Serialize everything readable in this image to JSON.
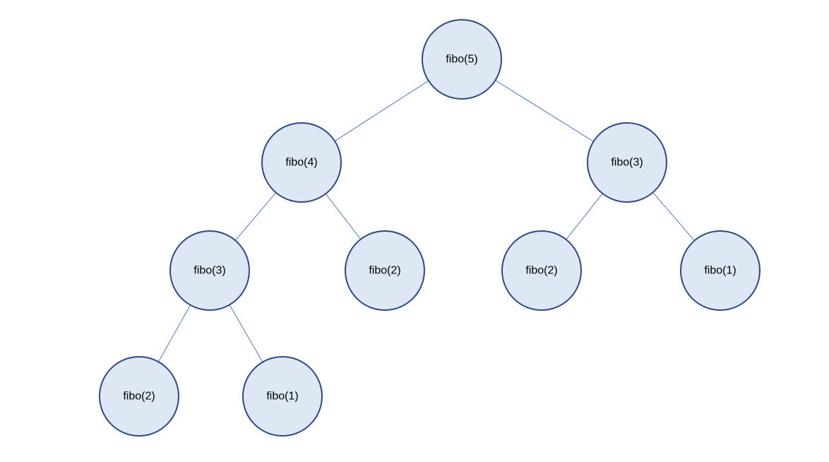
{
  "diagram": {
    "type": "recursion-tree",
    "colors": {
      "node_fill": "#dee8f4",
      "node_stroke": "#2e4a86",
      "edge": "#4f78c4",
      "text": "#000000"
    },
    "nodes": [
      {
        "id": "n1",
        "label": "fibo(5)"
      },
      {
        "id": "n2",
        "label": "fibo(4)"
      },
      {
        "id": "n3",
        "label": "fibo(3)"
      },
      {
        "id": "n4",
        "label": "fibo(3)"
      },
      {
        "id": "n5",
        "label": "fibo(2)"
      },
      {
        "id": "n6",
        "label": "fibo(2)"
      },
      {
        "id": "n7",
        "label": "fibo(1)"
      },
      {
        "id": "n8",
        "label": "fibo(2)"
      },
      {
        "id": "n9",
        "label": "fibo(1)"
      }
    ],
    "edges": [
      {
        "from": "n1",
        "to": "n2"
      },
      {
        "from": "n1",
        "to": "n3"
      },
      {
        "from": "n2",
        "to": "n4"
      },
      {
        "from": "n2",
        "to": "n5"
      },
      {
        "from": "n3",
        "to": "n6"
      },
      {
        "from": "n3",
        "to": "n7"
      },
      {
        "from": "n4",
        "to": "n8"
      },
      {
        "from": "n4",
        "to": "n9"
      }
    ]
  }
}
